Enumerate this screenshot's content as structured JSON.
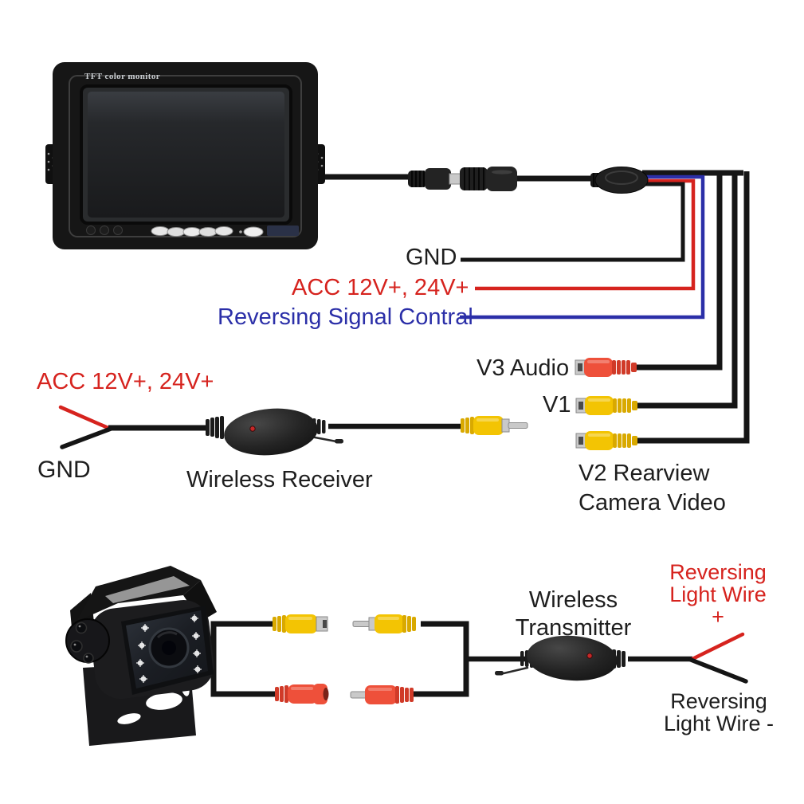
{
  "colors": {
    "background": "#ffffff",
    "wire_black": "#151515",
    "wire_red": "#d6231e",
    "wire_blue": "#2b2fa8",
    "rca_yellow": "#f3c403",
    "rca_yellow_dark": "#d9a900",
    "rca_red": "#ee503a",
    "rca_red_dark": "#d03a28",
    "silver": "#c9c9c9",
    "device_black": "#1e1e1e",
    "led_red": "#c62828",
    "text_black": "#1e1e1e",
    "monitor_text": "#c9cdd1"
  },
  "monitor": {
    "brand": "TFT color monitor"
  },
  "monitor_harness": {
    "gnd": "GND",
    "acc": "ACC 12V+, 24V+",
    "reversing_signal": "Reversing Signal Contral"
  },
  "av_plugs": {
    "v3_audio": "V3 Audio",
    "v1": "V1",
    "v2": "V2 Rearview Camera Video"
  },
  "receiver_section": {
    "acc": "ACC 12V+, 24V+",
    "gnd": "GND",
    "device": "Wireless Receiver"
  },
  "transmitter_section": {
    "device": "Wireless Transmitter",
    "reversing_plus": "Reversing Light Wire +",
    "reversing_minus": "Reversing Light Wire -"
  }
}
